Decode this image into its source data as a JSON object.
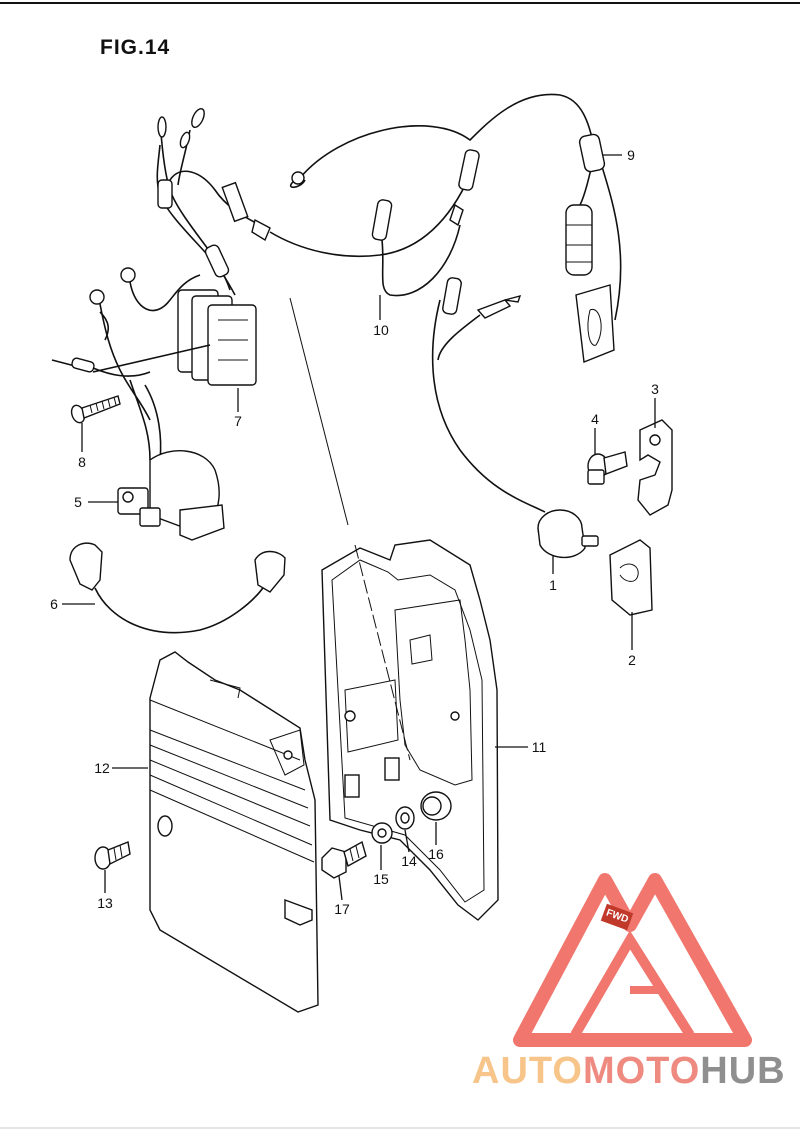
{
  "figure": {
    "title": "FIG.14"
  },
  "callouts": [
    "1",
    "2",
    "3",
    "4",
    "5",
    "6",
    "7",
    "8",
    "9",
    "10",
    "11",
    "12",
    "13",
    "14",
    "15",
    "16",
    "17"
  ],
  "watermark": {
    "part1": "AUTO",
    "part2": "MOTO",
    "part3": "HUB",
    "badge": "FWD"
  },
  "colors": {
    "line": "#111111",
    "watermark_triangle": "#ee5f55",
    "watermark_auto": "#f7c58a",
    "watermark_moto": "#ef8a80",
    "watermark_hub": "#8f8f8f"
  }
}
